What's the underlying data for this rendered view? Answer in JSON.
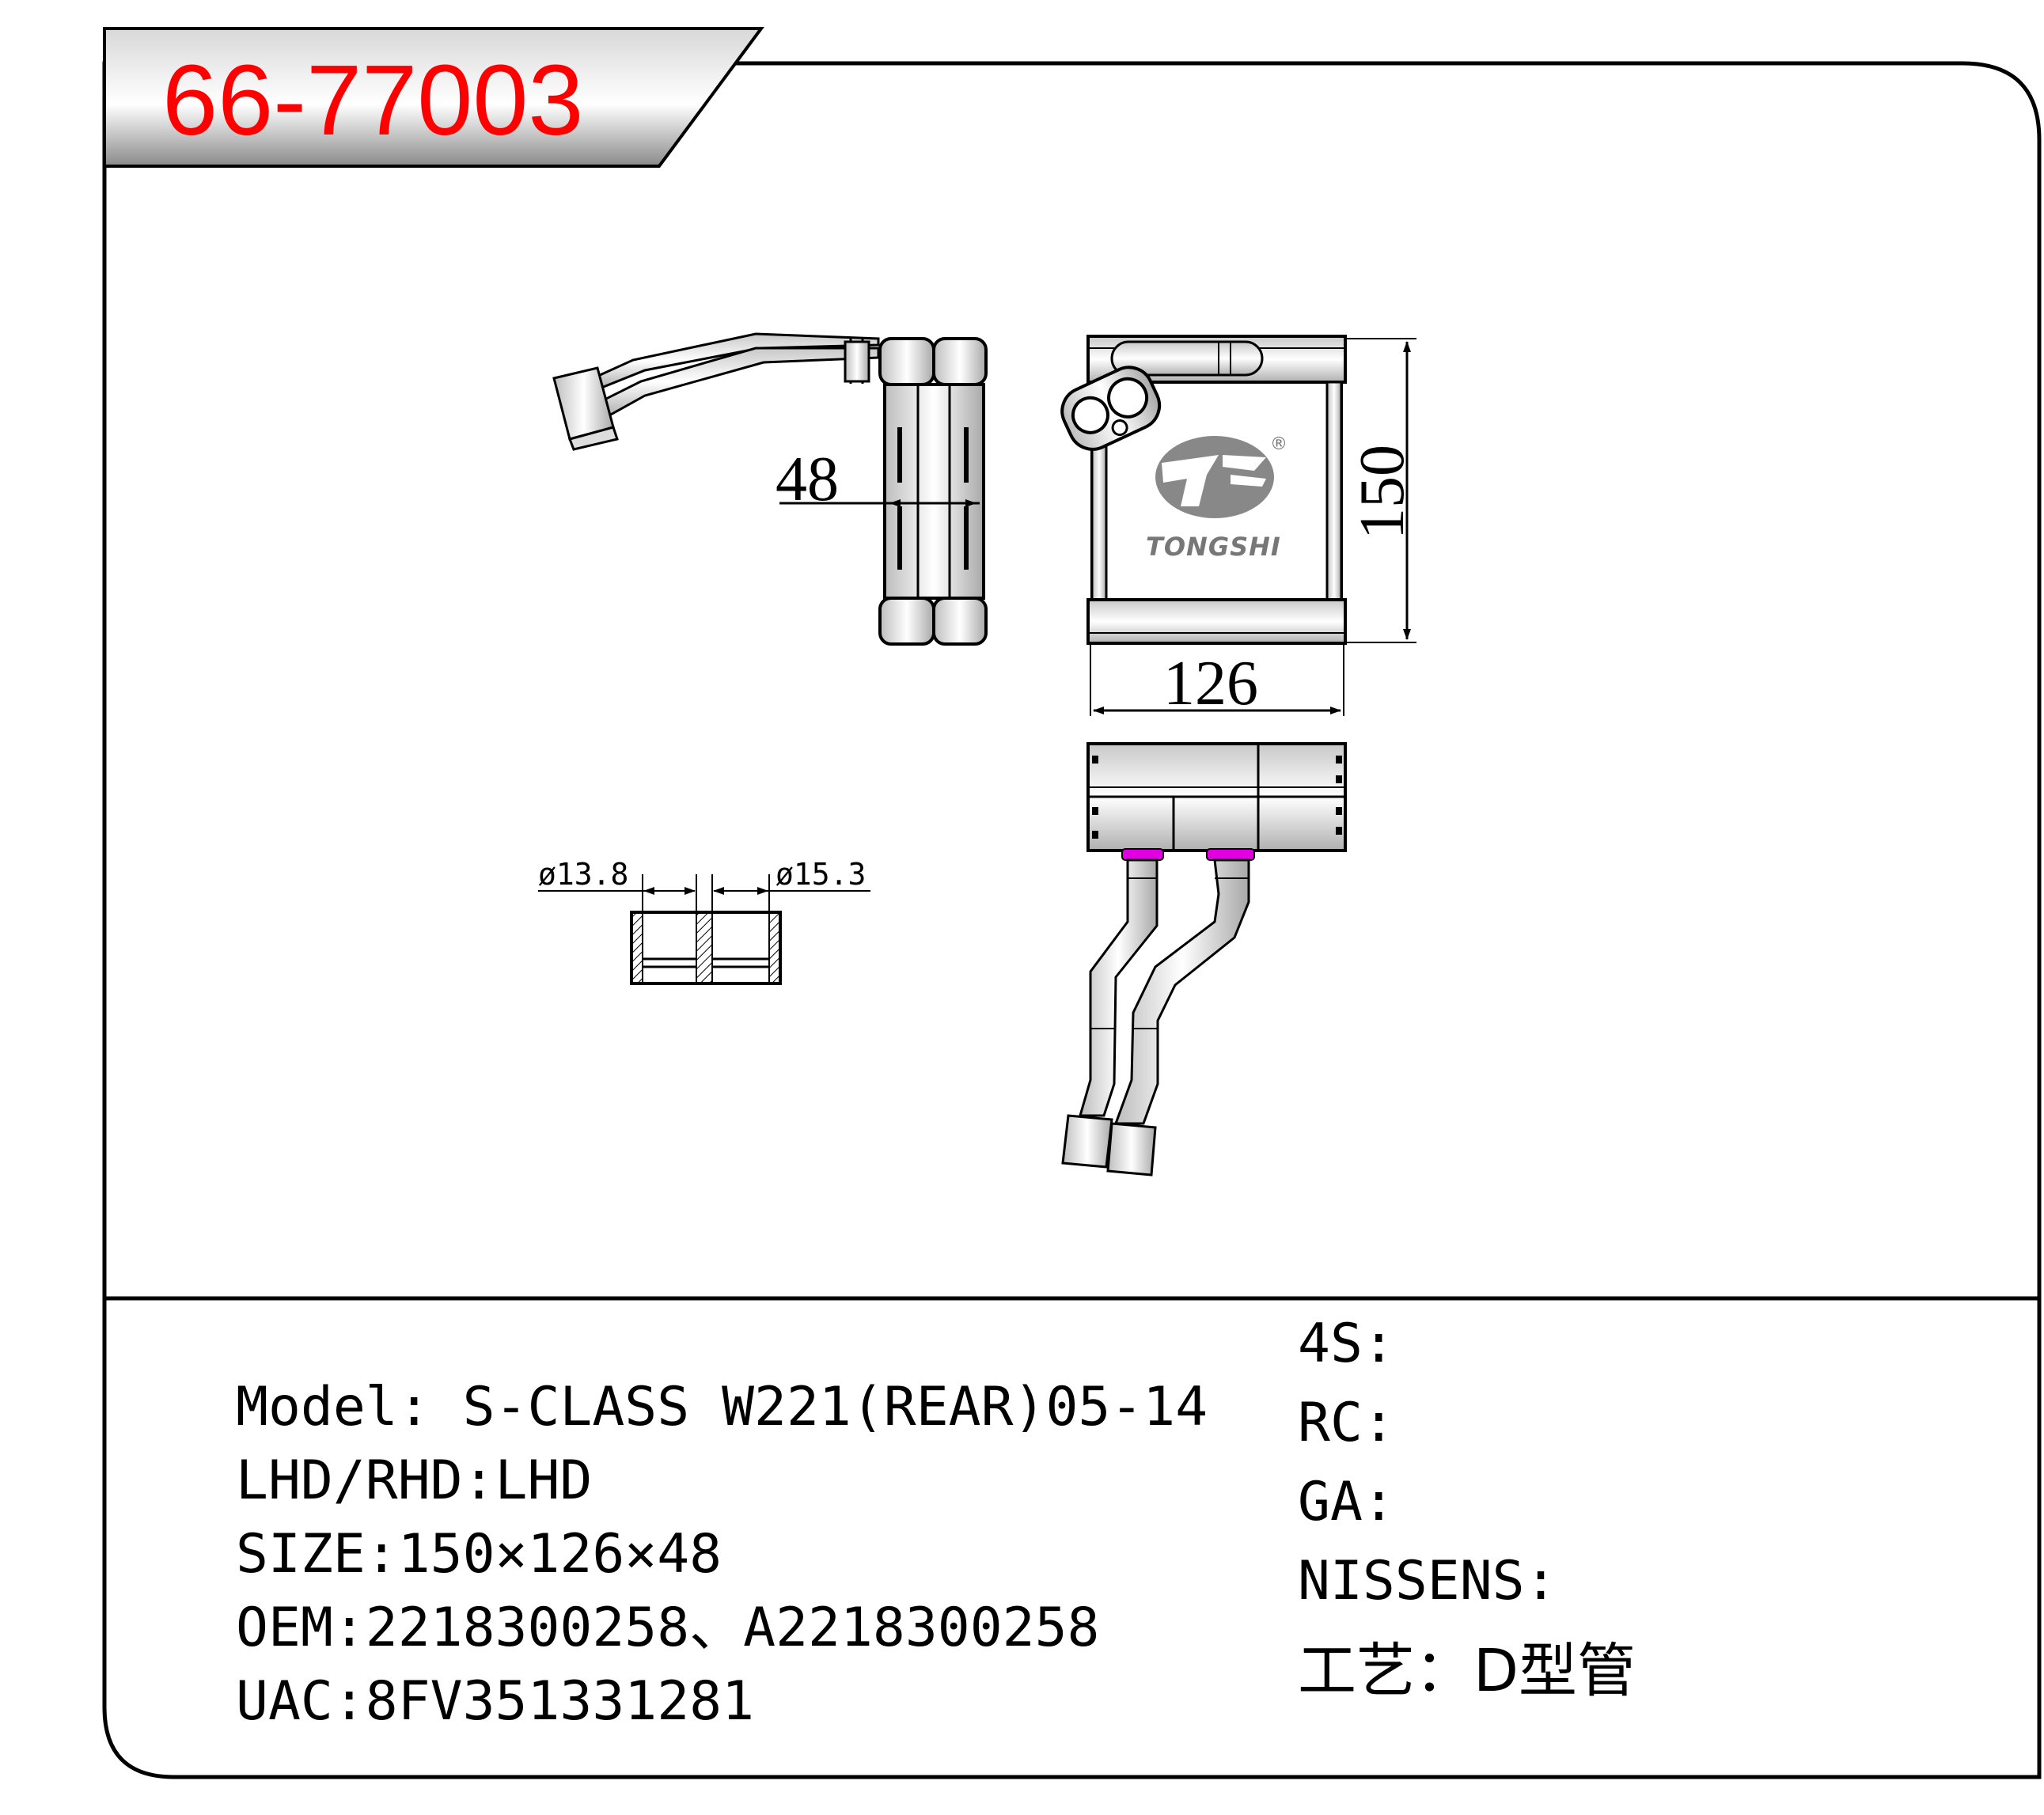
{
  "title": {
    "part_number": "66-77003"
  },
  "drawing": {
    "dim_depth": "48",
    "dim_height": "150",
    "dim_width": "126",
    "dim_port_left": "ø13.8",
    "dim_port_right": "ø15.3",
    "logo_text": "TONGSHI",
    "logo_registered": "®",
    "colors": {
      "fitting_accent": "#e000e0",
      "title_text": "#ff0000"
    }
  },
  "specs_left": {
    "model": "Model: S-CLASS W221(REAR)05-14",
    "lhd_rhd": "LHD/RHD:LHD",
    "size": "SIZE:150×126×48",
    "oem": "OEM:2218300258、A2218300258",
    "uac": "UAC:8FV351331281"
  },
  "specs_right": {
    "s4": "4S:",
    "rc": "RC:",
    "ga": "GA:",
    "nissens": "NISSENS:",
    "process": "工艺：D型管"
  }
}
